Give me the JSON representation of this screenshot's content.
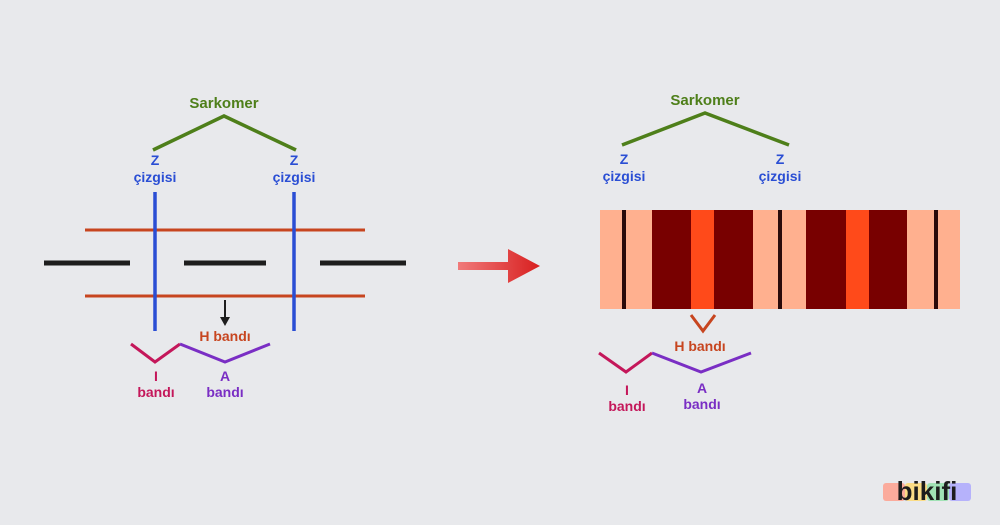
{
  "labels": {
    "sarcomere": "Sarkomer",
    "z_line": "Z",
    "z_line_sub": "çizgisi",
    "h_band": "H bandı",
    "i_band_letter": "I",
    "a_band_letter": "A",
    "band_word": "bandı"
  },
  "logo": {
    "text": "bikifi"
  },
  "colors": {
    "background": "#e8e9ec",
    "sarcomere_bracket": "#4e7f1a",
    "z_line": "#2a4ed4",
    "thin_filament": "#c7451f",
    "thick_filament": "#1d1d1d",
    "i_band": "#c4175a",
    "a_band": "#7a2ec4",
    "arrow": "#d81f1f",
    "stripe_light": "#ffb08f",
    "stripe_dark": "#780000",
    "stripe_mid": "#ff4a1a",
    "stripe_line": "#2a0a0a"
  }
}
